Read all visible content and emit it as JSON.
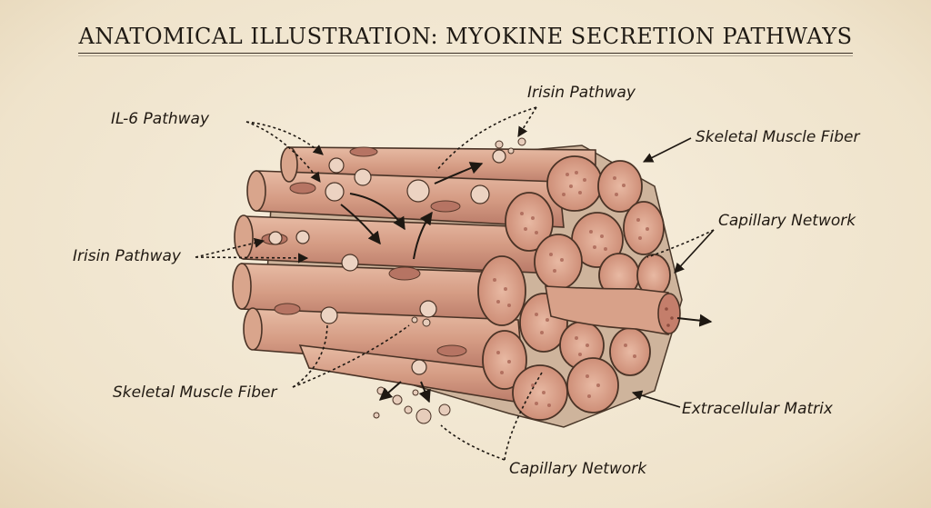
{
  "title": "ANATOMICAL ILLUSTRATION: MYOKINE SECRETION PATHWAYS",
  "labels": {
    "il6_pathway": "IL-6 Pathway",
    "irisin_pathway_top": "Irisin Pathway",
    "irisin_pathway_left": "Irisin Pathway",
    "skeletal_fiber_top": "Skeletal Muscle Fiber",
    "skeletal_fiber_bottom": "Skeletal Muscle Fiber",
    "capillary_network_right": "Capillary Network",
    "capillary_network_bottom": "Capillary Network",
    "extracellular_matrix": "Extracellular Matrix"
  },
  "colors": {
    "parchment": "#f3e9d6",
    "muscle": "#d9a58c",
    "muscle_dark": "#b9786a",
    "ink": "#2a211a",
    "matrix": "#e9d7c0"
  }
}
